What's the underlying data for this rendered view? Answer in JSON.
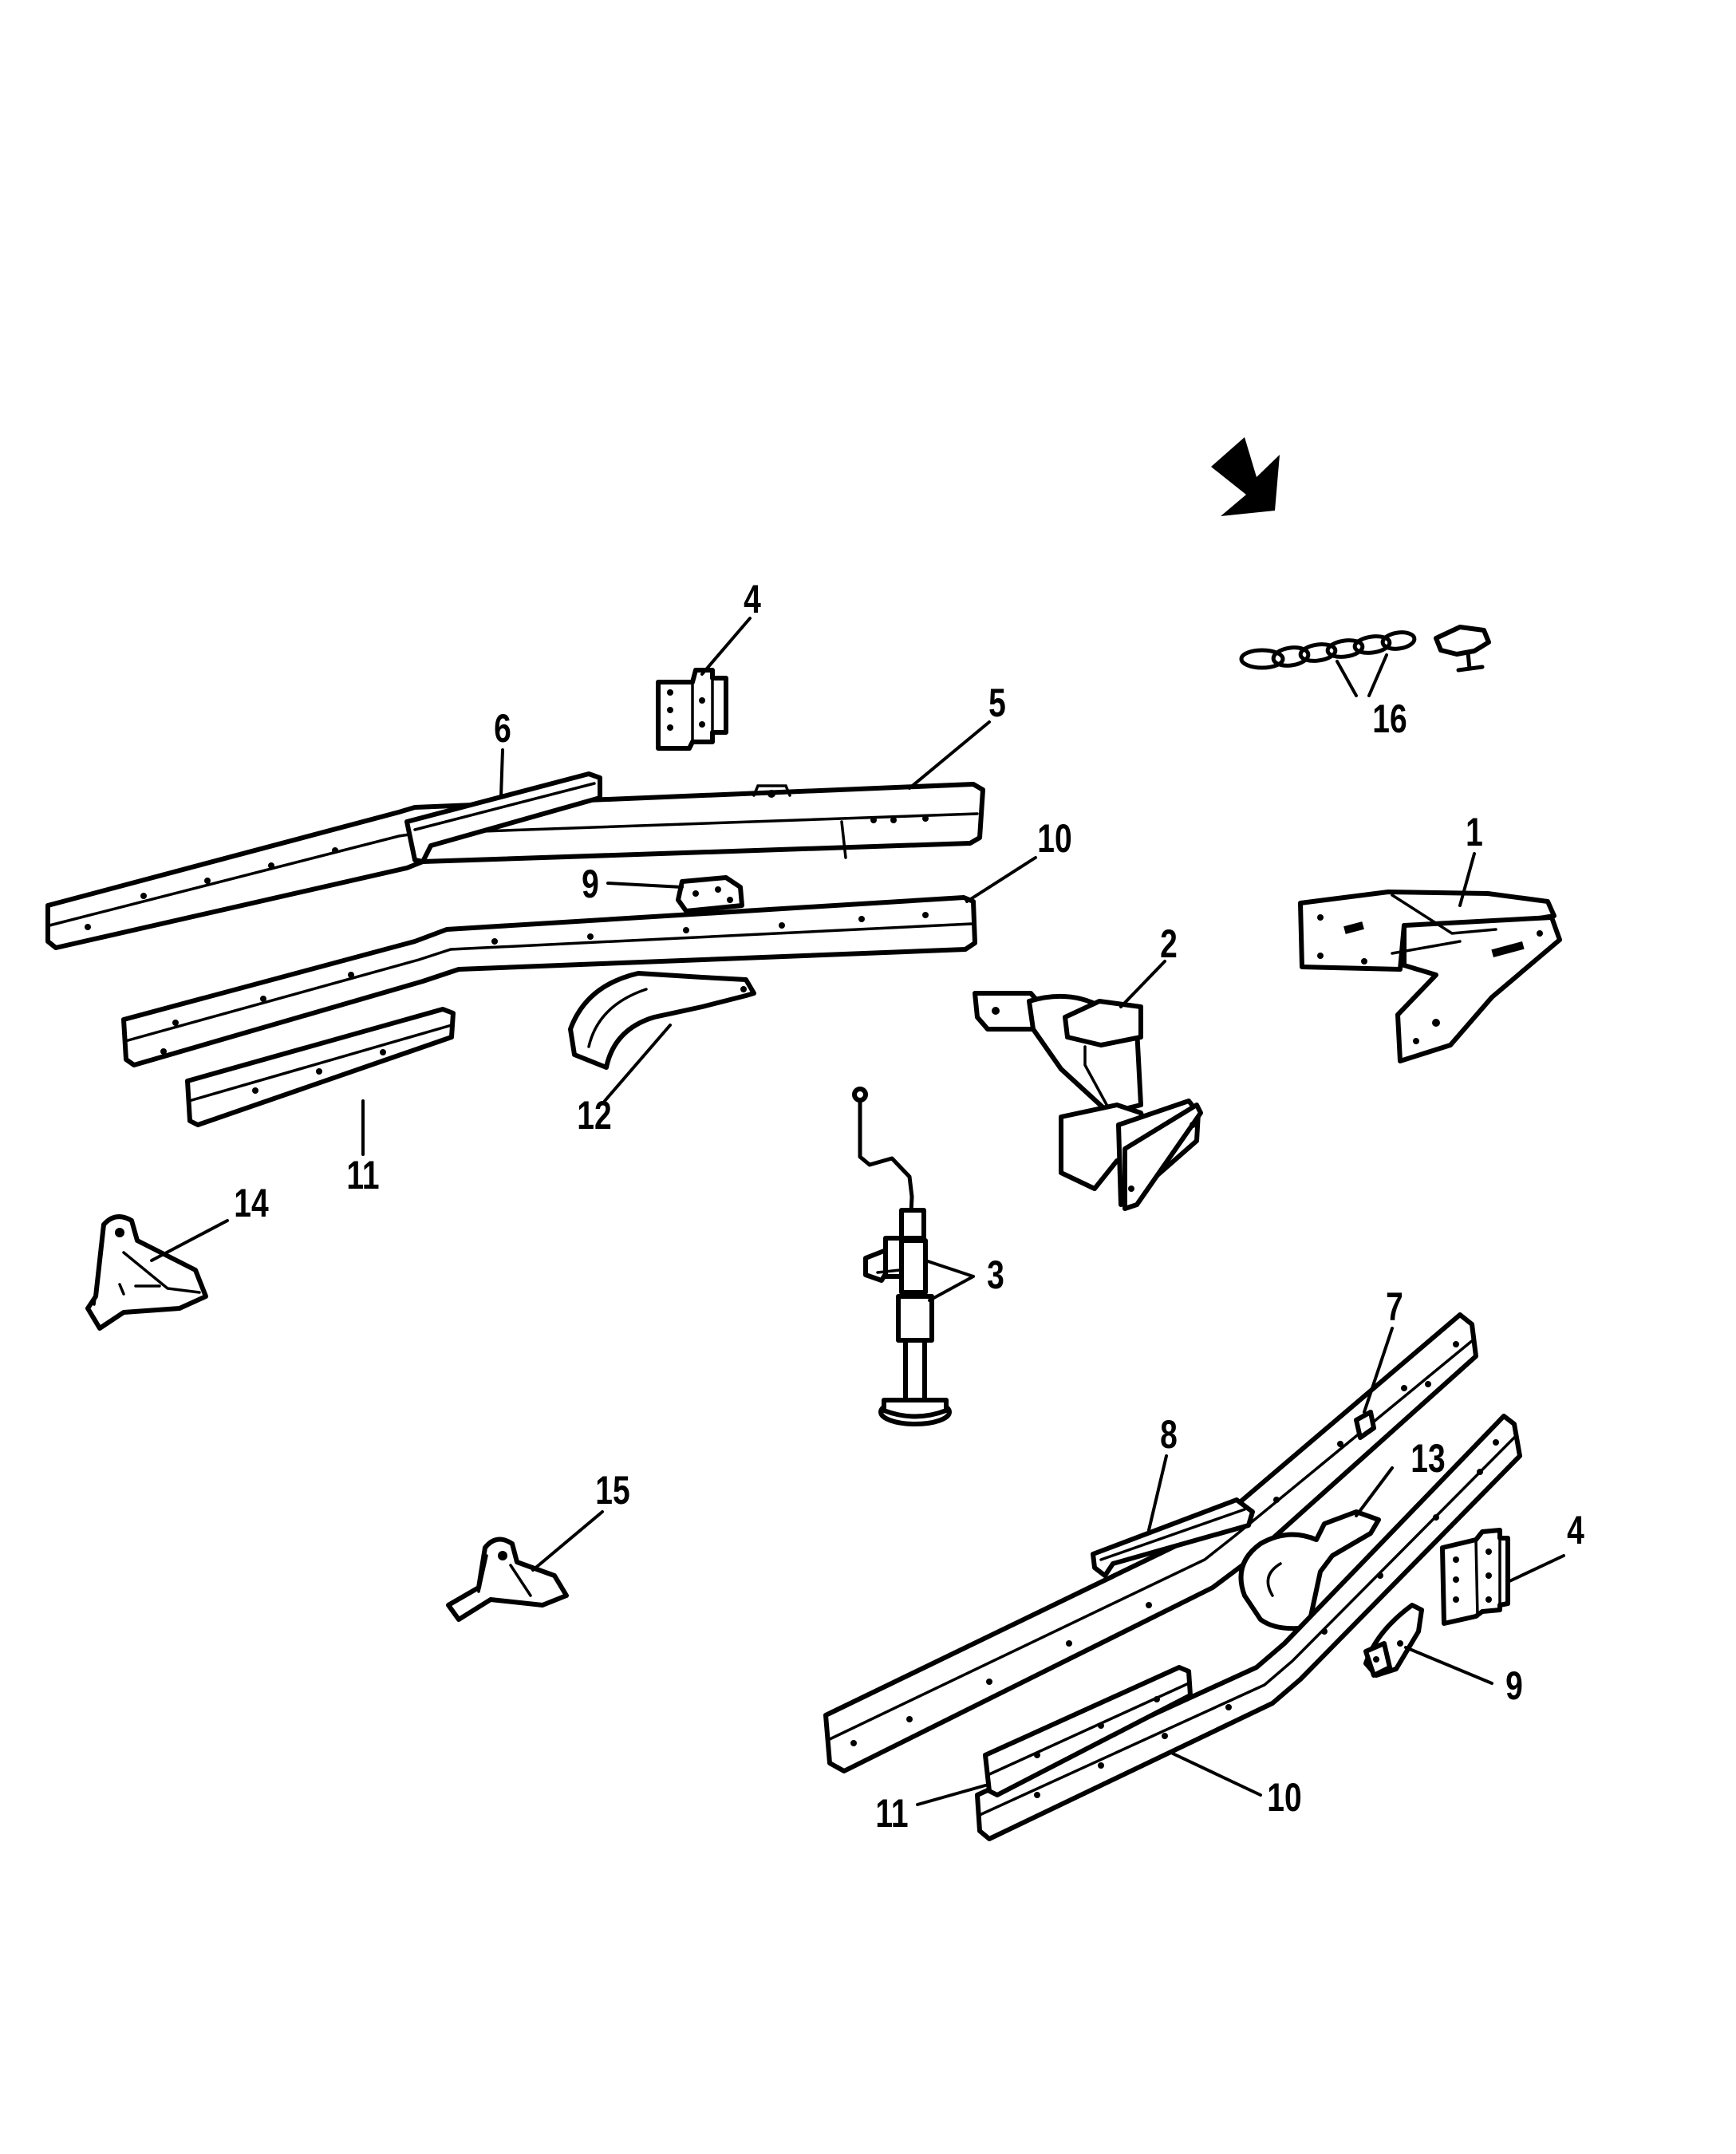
{
  "diagram": {
    "callouts": {
      "c1": "1",
      "c2": "2",
      "c3": "3",
      "c4_top": "4",
      "c4_bottom": "4",
      "c5": "5",
      "c6": "6",
      "c7": "7",
      "c8": "8",
      "c9_top": "9",
      "c9_bottom": "9",
      "c10_top": "10",
      "c10_bottom": "10",
      "c11_top": "11",
      "c11_bottom": "11",
      "c12": "12",
      "c13": "13",
      "c14": "14",
      "c15": "15",
      "c16": "16"
    },
    "icons": {
      "direction": "arrow-icon"
    }
  }
}
